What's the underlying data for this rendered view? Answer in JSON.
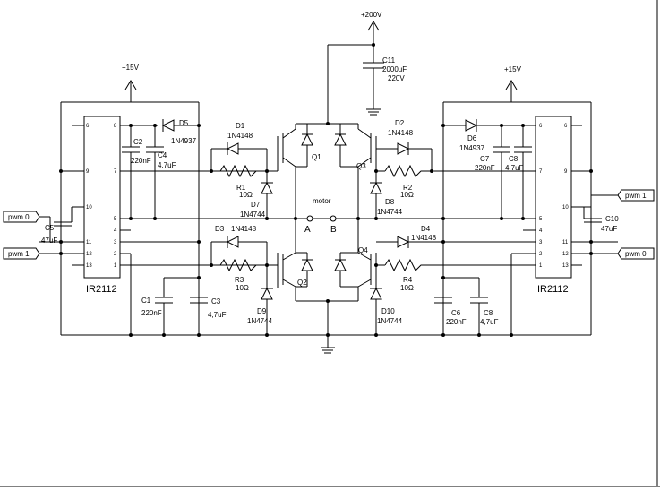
{
  "labels": {
    "v200": "+200V",
    "v15_left": "+15V",
    "v15_right": "+15V",
    "c11": "C11",
    "c11_val": "2000uF",
    "c11_volt": "220V",
    "d5": "D5",
    "d5_part": "1N4937",
    "c2": "C2",
    "c2_val": "220nF",
    "c4": "C4",
    "c4_val": "4,7uF",
    "d1": "D1",
    "d1_part": "1N4148",
    "r1": "R1",
    "r1_val": "10Ω",
    "d7": "D7",
    "d7_part": "1N4744",
    "q1": "Q1",
    "d2": "D2",
    "d2_part": "1N4148",
    "q3": "Q3",
    "r2": "R2",
    "r2_val": "10Ω",
    "d8": "D8",
    "d8_part": "1N4744",
    "motor": "motor",
    "terminal_a": "A",
    "terminal_b": "B",
    "d3": "D3",
    "d3_part": "1N4148",
    "r3": "R3",
    "r3_val": "10Ω",
    "q2": "Q2",
    "d9": "D9",
    "d9_part": "1N4744",
    "d4": "D4",
    "d4_part": "1N4148",
    "q4": "Q4",
    "r4": "R4",
    "r4_val": "10Ω",
    "d10": "D10",
    "d10_part": "1N4744",
    "c1": "C1",
    "c1_val": "220nF",
    "c3": "C3",
    "c3_val": "4,7uF",
    "c6": "C6",
    "c6_val": "220nF",
    "c8b": "C8",
    "c8b_val": "4,7uF",
    "d6": "D6",
    "d6_part": "1N4937",
    "c7": "C7",
    "c7_val": "220nF",
    "c8": "C8",
    "c8_val": "4,7uF",
    "c5": "C5",
    "c5_val": "47uF",
    "c10": "C10",
    "c10_val": "47uF",
    "ic_left": "IR2112",
    "ic_right": "IR2112",
    "pwm_left_0": "pwm 0",
    "pwm_left_1": "pwm 1",
    "pwm_right_1": "pwm 1",
    "pwm_right_0": "pwm 0"
  }
}
